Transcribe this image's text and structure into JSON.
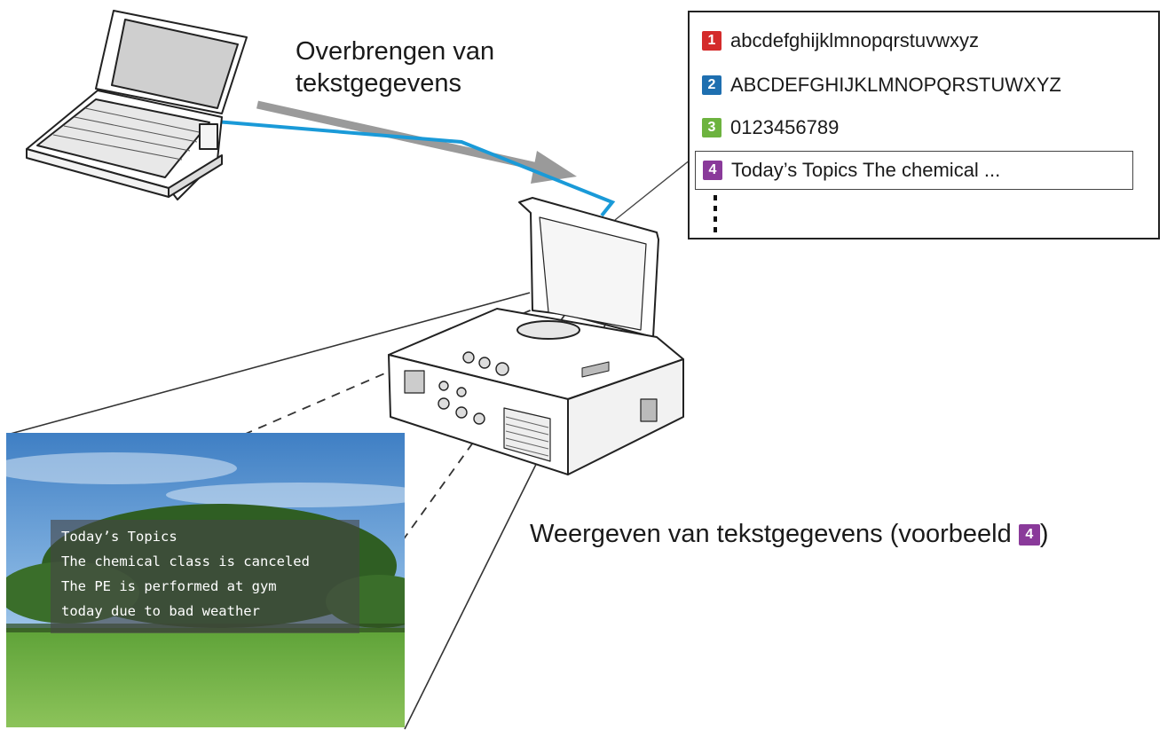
{
  "transfer_label": [
    "Overbrengen van",
    "tekstgegevens"
  ],
  "display_label": {
    "text": "Weergeven van tekstgegevens (voorbeeld ",
    "badge": "4",
    "suffix": ")"
  },
  "message_list": [
    {
      "number": "1",
      "text": "abcdefghijklmnopqrstuvwxyz",
      "color": "#d42b2b"
    },
    {
      "number": "2",
      "text": "ABCDEFGHIJKLMNOPQRSTUWXYZ",
      "color": "#1e6fb0"
    },
    {
      "number": "3",
      "text": "0123456789",
      "color": "#6db33f"
    },
    {
      "number": "4",
      "text": "Today’s Topics The chemical ...",
      "color": "#8a3a9a"
    }
  ],
  "projected_text": [
    "Today’s Topics",
    "The chemical class is canceled",
    "The PE is performed at gym",
    "today due to bad weather"
  ],
  "colors": {
    "cable": "#1a9ad8",
    "arrow": "#9a9a9a",
    "sky": "#4c8fd0",
    "grass": "#6fb23e"
  },
  "icons": [
    "laptop-icon",
    "projector-icon",
    "transfer-arrow-icon",
    "projected-screen-image"
  ]
}
